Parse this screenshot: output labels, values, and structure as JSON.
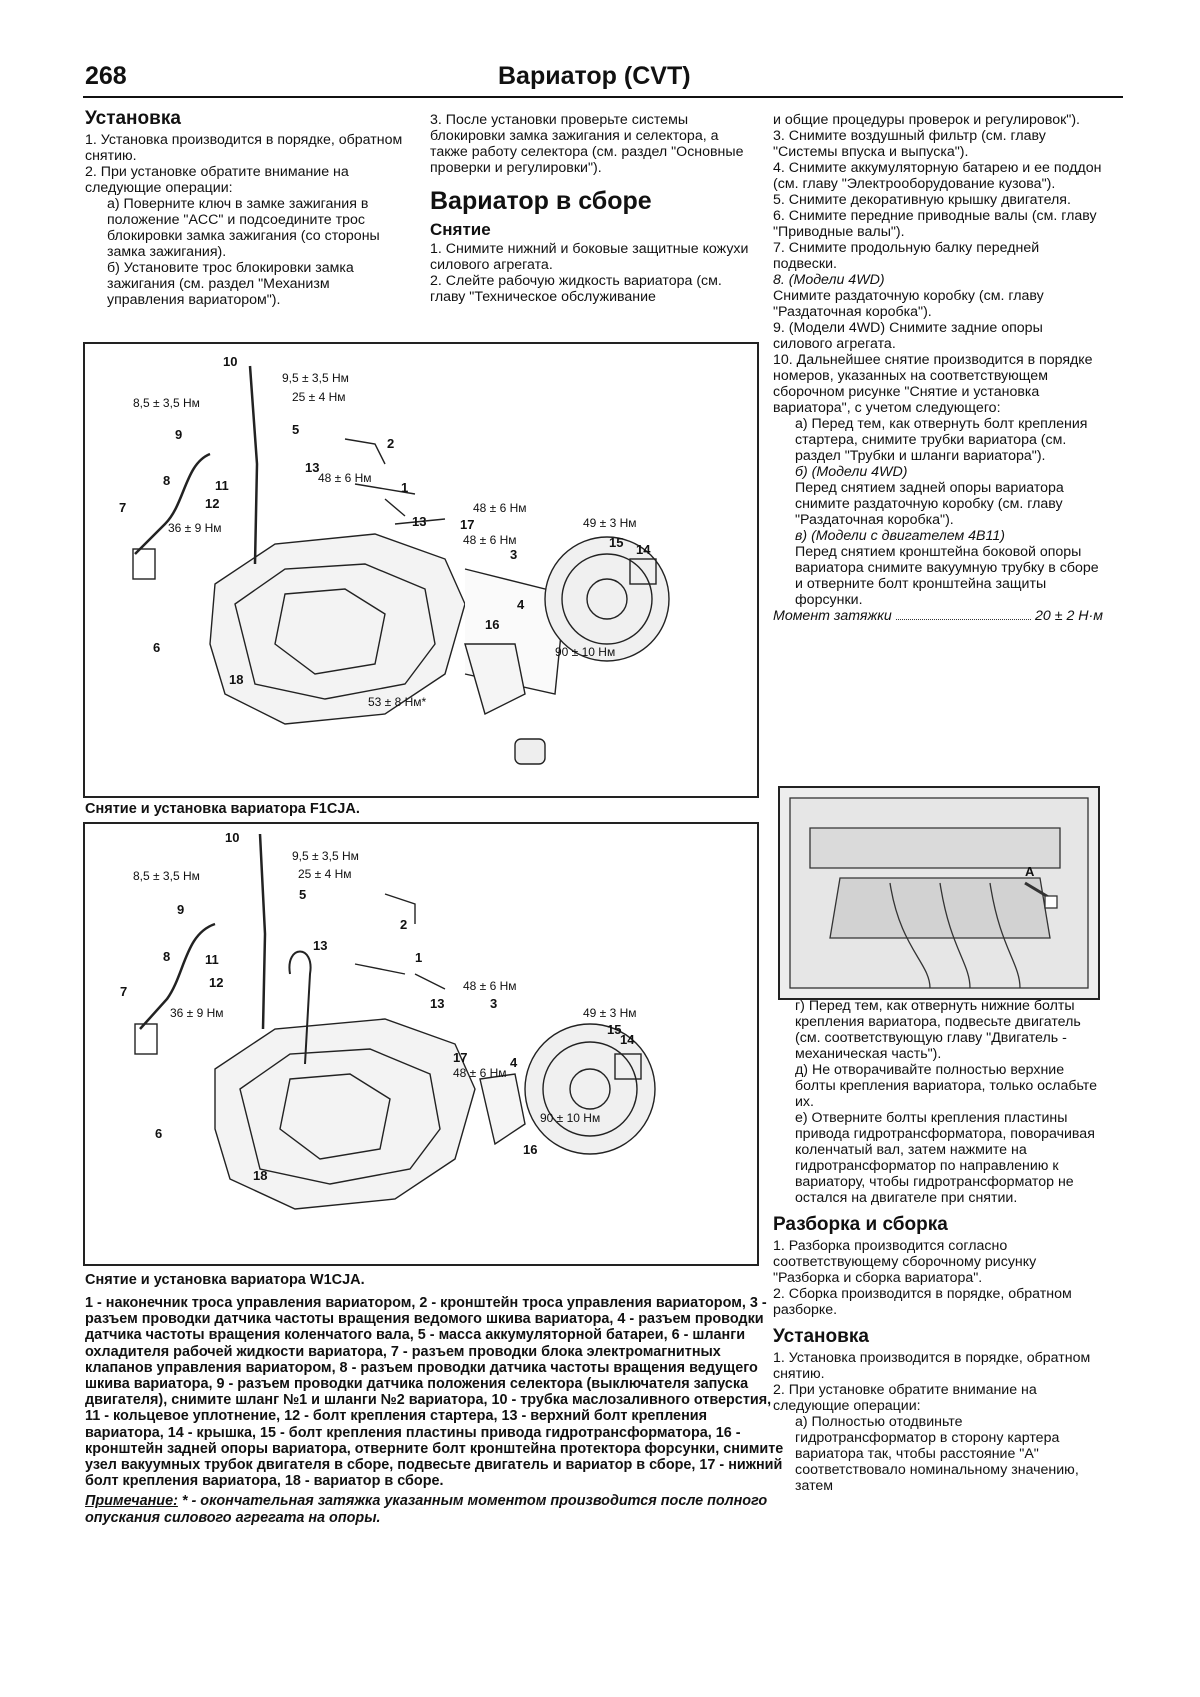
{
  "header": {
    "page_number": "268",
    "title": "Вариатор (CVT)"
  },
  "col1": {
    "heading": "Установка",
    "p1": "1. Установка производится в порядке, обратном снятию.",
    "p2": "2. При установке обратите внимание на следующие операции:",
    "pa": "а) Поверните ключ в замке зажигания в положение \"ACC\" и подсоедините трос блокировки замка зажигания (со стороны замка зажигания).",
    "pb": "б) Установите трос блокировки замка зажигания (см. раздел \"Механизм управления вариатором\")."
  },
  "col2": {
    "p3": "3. После установки проверьте системы блокировки замка зажигания и селектора, а также работу селектора (см. раздел \"Основные проверки и регулировки\").",
    "heading": "Вариатор в сборе",
    "subheading": "Снятие",
    "p1": "1. Снимите нижний и боковые защитные кожухи силового агрегата.",
    "p2": "2. Слейте рабочую жидкость вариатора (см. главу \"Техническое обслуживание"
  },
  "col3": {
    "p0": "и общие процедуры проверок и регулировок\").",
    "p3": "3. Снимите воздушный фильтр (см. главу \"Системы впуска и выпуска\").",
    "p4": "4. Снимите аккумуляторную батарею и ее поддон (см. главу \"Электрооборудование кузова\").",
    "p5": "5. Снимите декоративную крышку двигателя.",
    "p6": "6. Снимите передние приводные валы (см. главу \"Приводные валы\").",
    "p7": "7. Снимите продольную балку передней подвески.",
    "p8a": "8. (Модели 4WD)",
    "p8b": "Снимите раздаточную коробку (см. главу \"Раздаточная коробка\").",
    "p9": "9. (Модели 4WD) Снимите задние опоры силового агрегата.",
    "p10": "10. Дальнейшее снятие производится в порядке номеров, указанных на соответствующем сборочном рисунке \"Снятие и установка вариатора\", с учетом следующего:",
    "pa": "а) Перед тем, как отвернуть болт крепления стартера, снимите трубки вариатора (см. раздел \"Трубки и шланги вариатора\").",
    "pb1": "б) (Модели 4WD)",
    "pb2": "Перед снятием задней опоры вариатора снимите раздаточную коробку (см. главу \"Раздаточная коробка\").",
    "pv1": "в) (Модели с двигателем 4B11)",
    "pv2": "Перед снятием кронштейна боковой опоры вариатора снимите вакуумную трубку в сборе и отверните болт кронштейна защиты форсунки.",
    "torque_label": "Момент затяжки",
    "torque_value": "20 ± 2 Н·м",
    "pg": "г) Перед тем, как отвернуть нижние болты крепления вариатора, подвесьте двигатель (см. соответствующую главу \"Двигатель - механическая часть\").",
    "pd": "д) Не отворачивайте полностью верхние болты крепления вариатора, только ослабьте их.",
    "pe": "е) Отверните болты крепления пластины привода гидротрансформатора, поворачивая коленчатый вал, затем нажмите на гидротрансформатор по направлению к вариатору, чтобы гидротрансформатор не остался на двигателе при снятии.",
    "heading2": "Разборка и сборка",
    "r1": "1. Разборка производится согласно соответствующему сборочному рисунку \"Разборка и сборка вариатора\".",
    "r2": "2. Сборка производится в порядке, обратном разборке.",
    "heading3": "Установка",
    "u1": "1. Установка производится в порядке, обратном снятию.",
    "u2": "2. При установке обратите внимание на следующие операции:",
    "ua": "а) Полностью отодвиньте гидротрансформатор в сторону картера вариатора так, чтобы расстояние \"A\" соответствовало номинальному значению, затем"
  },
  "figure1": {
    "caption": "Снятие и установка вариатора F1CJA.",
    "torques": {
      "t1": "9,5 ± 3,5 Нм",
      "t2": "25 ± 4 Нм",
      "t3": "8,5 ± 3,5 Нм",
      "t4": "48 ± 6 Нм",
      "t5": "48 ± 6 Нм",
      "t6": "48 ± 6 Нм",
      "t7": "36 ± 9 Нм",
      "t8": "49 ± 3 Нм",
      "t9": "90 ± 10 Нм",
      "t10": "53 ± 8 Нм*"
    },
    "callouts": [
      "10",
      "5",
      "2",
      "9",
      "13",
      "1",
      "8",
      "11",
      "12",
      "7",
      "13",
      "17",
      "3",
      "15",
      "14",
      "4",
      "6",
      "16",
      "18"
    ]
  },
  "figure2": {
    "caption": "Снятие и установка вариатора W1CJA.",
    "torques": {
      "t1": "9,5 ± 3,5 Нм",
      "t2": "25 ± 4 Нм",
      "t3": "8,5 ± 3,5 Нм",
      "t4": "48 ± 6 Нм",
      "t5": "36 ± 9 Нм",
      "t6": "49 ± 3 Нм",
      "t7": "48 ± 6 Нм",
      "t8": "90 ± 10 Нм"
    },
    "callouts": [
      "10",
      "5",
      "2",
      "9",
      "13",
      "8",
      "11",
      "1",
      "12",
      "7",
      "13",
      "3",
      "15",
      "14",
      "17",
      "4",
      "6",
      "16",
      "18"
    ]
  },
  "figure3": {
    "label_a": "A"
  },
  "legend": {
    "text": "1 - наконечник троса управления вариатором, 2 - кронштейн троса управления вариатором, 3 - разъем проводки датчика частоты вращения ведомого шкива вариатора, 4 - разъем проводки датчика частоты вращения коленчатого вала, 5 - масса аккумуляторной батареи, 6 - шланги охладителя рабочей жидкости вариатора, 7 - разъем проводки блока электромагнитных клапанов управления вариатором, 8 - разъем проводки датчика частоты вращения ведущего шкива вариатора, 9 - разъем проводки датчика положения селектора (выключателя запуска двигателя), снимите шланг №1 и шланги №2 вариатора, 10 - трубка маслозаливного отверстия, 11 - кольцевое уплотнение, 12 - болт крепления стартера, 13 - верхний болт крепления вариатора, 14 - крышка, 15 - болт крепления пластины привода гидротрансформатора, 16 - кронштейн задней опоры вариатора, отверните болт кронштейна протектора форсунки, снимите узел вакуумных трубок двигателя в сборе, подвесьте двигатель и вариатор в сборе, 17 - нижний болт крепления вариатора, 18 - вариатор в сборе.",
    "note_label": "Примечание:",
    "note_text": "* - окончательная затяжка указанным моментом производится после полного опускания силового агрегата на опоры."
  }
}
